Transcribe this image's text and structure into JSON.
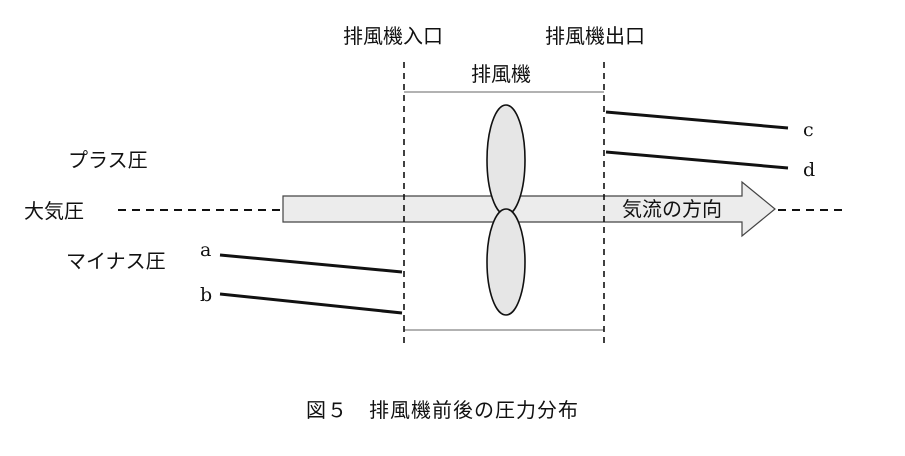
{
  "labels": {
    "inlet": "排風機入口",
    "outlet": "排風機出口",
    "fan": "排風機",
    "plus_pressure": "プラス圧",
    "atmospheric": "大気圧",
    "minus_pressure": "マイナス圧",
    "flow_direction": "気流の方向",
    "a": "a",
    "b": "b",
    "c": "c",
    "d": "d"
  },
  "caption": "図５　排風機前後の圧力分布",
  "colors": {
    "line": "#111111",
    "arrow_fill": "#ececec",
    "fan_fill": "#e6e6e6"
  }
}
